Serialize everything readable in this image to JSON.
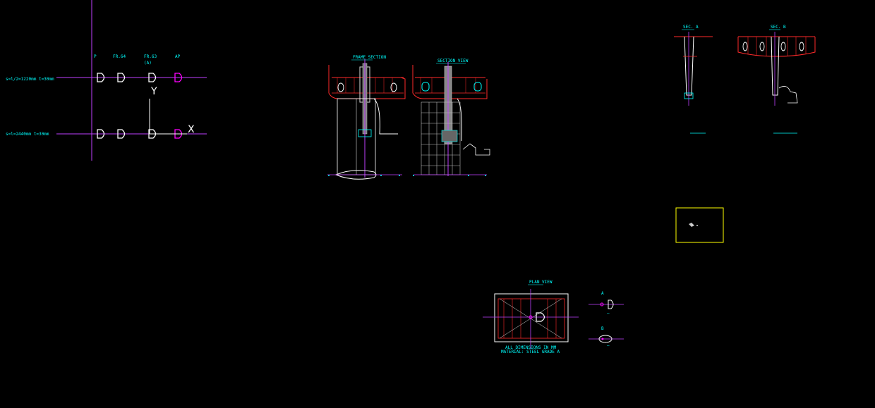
{
  "colors": {
    "background": "#000000",
    "cyan": "#00ffff",
    "magenta": "#ff00ff",
    "white": "#ffffff",
    "red": "#ff2a2a",
    "yellow": "#ffff00",
    "gray": "#9a9a9a",
    "green": "#00ff00"
  },
  "legend": {
    "row1_label": "s=l/2=1220mm  t=30mm",
    "row2_label": "s=l=2440mm  t=30mm",
    "col_labels": [
      "P",
      "FR.64",
      "FR.63",
      "AP"
    ],
    "col3_sublabel": "(A)",
    "axis_y": "Y",
    "axis_x": "X"
  },
  "views": {
    "section_a_title": "FRAME SECTION",
    "section_b_title": "SECTION VIEW",
    "right_view_a_title": "SEC. A",
    "right_view_b_title": "SEC. B",
    "plan_title": "PLAN VIEW",
    "plan_note_1": "ALL DIMENSIONS IN MM",
    "plan_note_2": "MATERIAL: STEEL GRADE A",
    "detail_a_title": "A",
    "detail_b_title": "B"
  },
  "icons": {
    "flange_symbol": "half-flange-icon",
    "axis": "axis-cross-icon"
  }
}
